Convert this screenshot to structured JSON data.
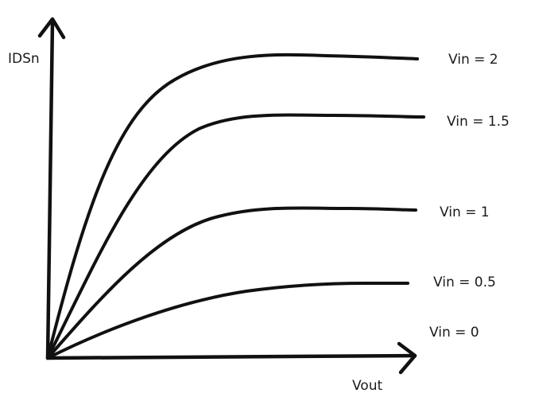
{
  "axes": {
    "y_label": "IDSn",
    "x_label": "Vout"
  },
  "curves": [
    {
      "id": "vin-2",
      "label": "Vin = 2"
    },
    {
      "id": "vin-1-5",
      "label": "Vin = 1.5"
    },
    {
      "id": "vin-1",
      "label": "Vin = 1"
    },
    {
      "id": "vin-0-5",
      "label": "Vin = 0.5"
    },
    {
      "id": "vin-0",
      "label": "Vin = 0"
    }
  ],
  "colors": {
    "ink": "#111111",
    "background": "#ffffff"
  }
}
